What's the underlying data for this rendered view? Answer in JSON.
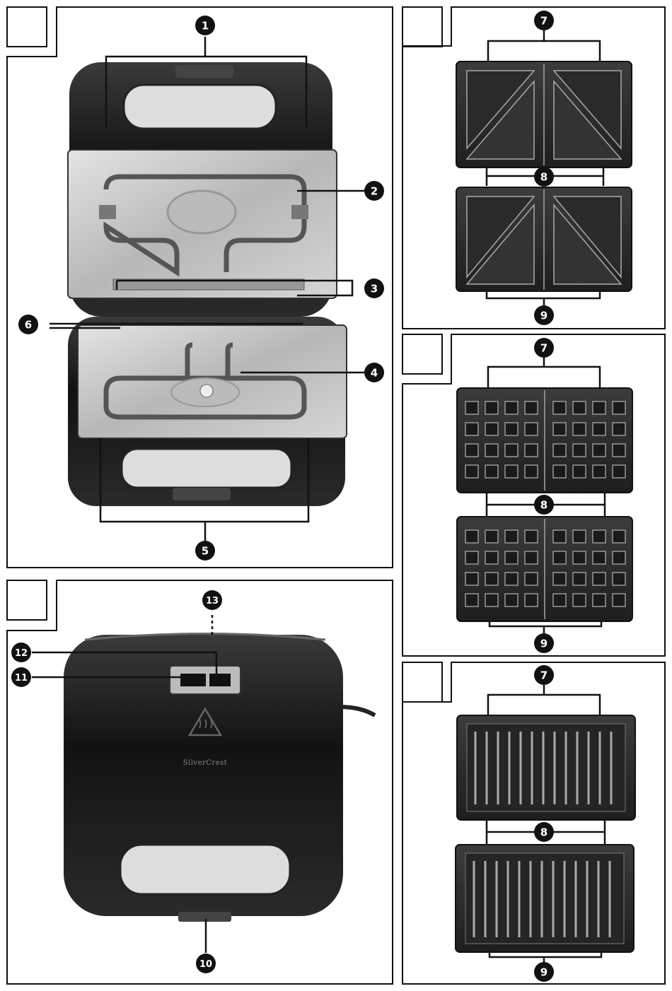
{
  "callouts": {
    "c1": "1",
    "c2": "2",
    "c3": "3",
    "c4": "4",
    "c5": "5",
    "c6": "6",
    "c7": "7",
    "c8": "8",
    "c9": "9",
    "c10": "10",
    "c11": "11",
    "c12": "12",
    "c13": "13"
  },
  "brand_logo": "SilverCrest",
  "colors": {
    "frame": "#111111",
    "badge": "#111111",
    "appliance_body": "#1a1a1a",
    "plate_metal": "#c9c9c9"
  },
  "icons": {
    "warning_hot_surface": "hot-surface-warning-icon"
  }
}
